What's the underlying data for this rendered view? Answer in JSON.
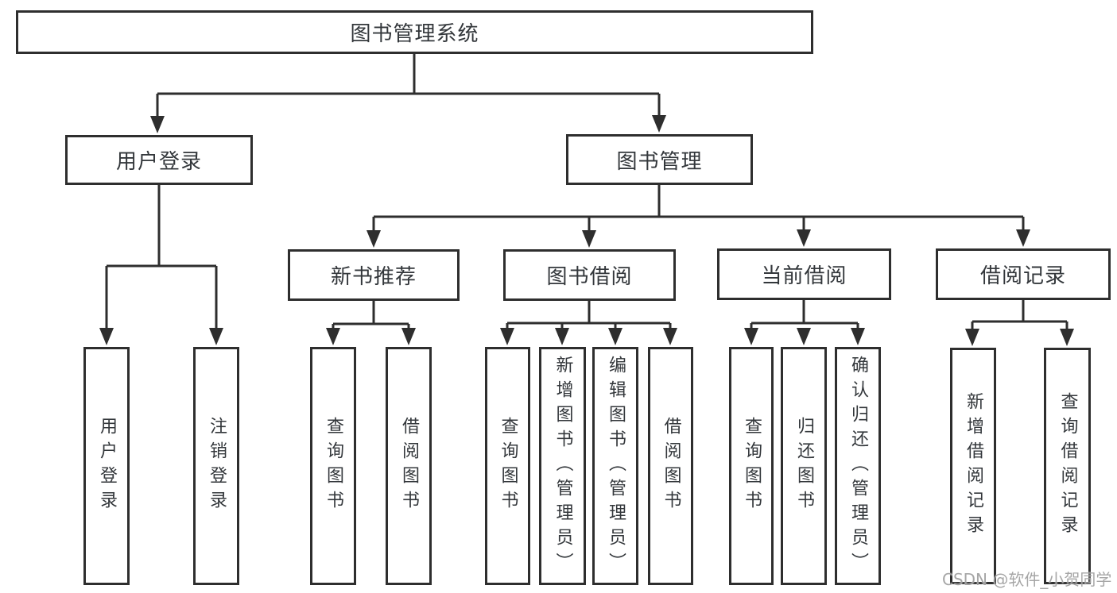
{
  "tree": {
    "label": "图书管理系统",
    "children": [
      {
        "label": "用户登录",
        "children": [
          {
            "label": "用户登录"
          },
          {
            "label": "注销登录"
          }
        ]
      },
      {
        "label": "图书管理",
        "children": [
          {
            "label": "新书推荐",
            "children": [
              {
                "label": "查询图书"
              },
              {
                "label": "借阅图书"
              }
            ]
          },
          {
            "label": "图书借阅",
            "children": [
              {
                "label": "查询图书"
              },
              {
                "label": "新增图书（管理员）"
              },
              {
                "label": "编辑图书（管理员）"
              },
              {
                "label": "借阅图书"
              }
            ]
          },
          {
            "label": "当前借阅",
            "children": [
              {
                "label": "查询图书"
              },
              {
                "label": "归还图书"
              },
              {
                "label": "确认归还（管理员）"
              }
            ]
          },
          {
            "label": "借阅记录",
            "children": [
              {
                "label": "新增借阅记录"
              },
              {
                "label": "查询借阅记录"
              }
            ]
          }
        ]
      }
    ]
  },
  "watermark": {
    "text": "CSDN @软件_小贺同学"
  },
  "colors": {
    "line": "#2e2e2e",
    "text": "#33373b",
    "watermark": "#9e9e9e",
    "background": "#ffffff"
  }
}
